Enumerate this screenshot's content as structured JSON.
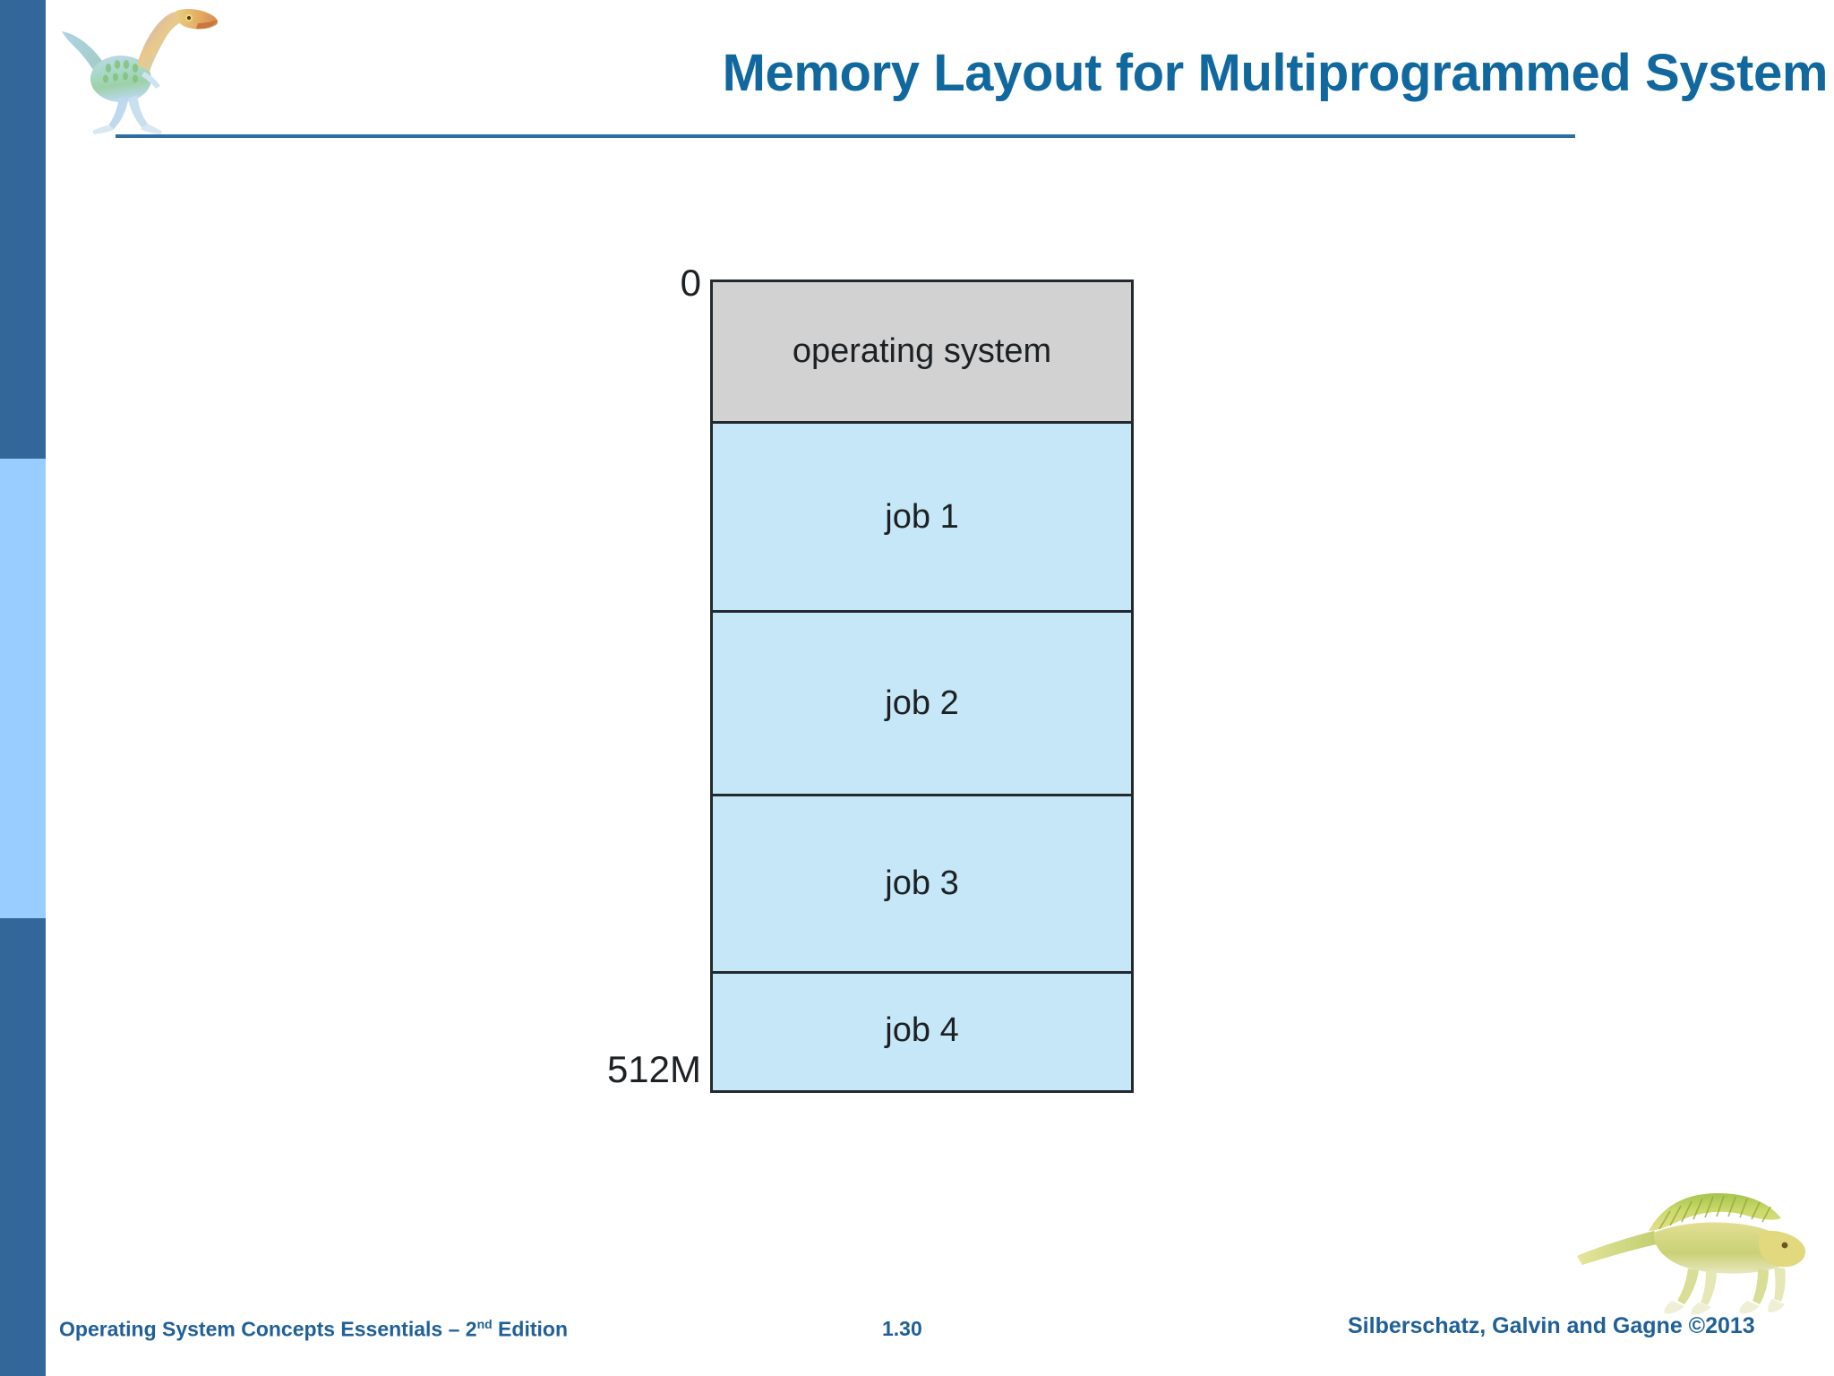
{
  "slide": {
    "title": "Memory Layout for Multiprogrammed System",
    "accent_color": "#10689E",
    "rule_color": "#2E6DA4"
  },
  "sidebar": {
    "segments": [
      {
        "name": "top-band",
        "color": "#336699"
      },
      {
        "name": "middle-band",
        "color": "#9ACDFF"
      },
      {
        "name": "bottom-band",
        "color": "#336699"
      }
    ]
  },
  "diagram": {
    "type": "memory-layout",
    "top_address": "0",
    "bottom_address": "512M",
    "bands": [
      {
        "label": "operating system",
        "color": "#D2D2D2"
      },
      {
        "label": "job 1",
        "color": "#C5E7F7"
      },
      {
        "label": "job 2",
        "color": "#C5E7F7"
      },
      {
        "label": "job 3",
        "color": "#C5E7F7"
      },
      {
        "label": "job 4",
        "color": "#C5E7F7"
      }
    ],
    "border_color": "#23292e"
  },
  "footer": {
    "left_prefix": "Operating System Concepts Essentials – 2",
    "left_superscript": "nd",
    "left_suffix": " Edition",
    "slide_number": "1.30",
    "copyright": "Silberschatz, Galvin and Gagne ©2013",
    "text_color": "#1F6098"
  },
  "icons": {
    "header_dinosaur": "ornithomimid-dinosaur-illustration",
    "footer_dinosaur": "dimetrodon-dinosaur-illustration"
  }
}
